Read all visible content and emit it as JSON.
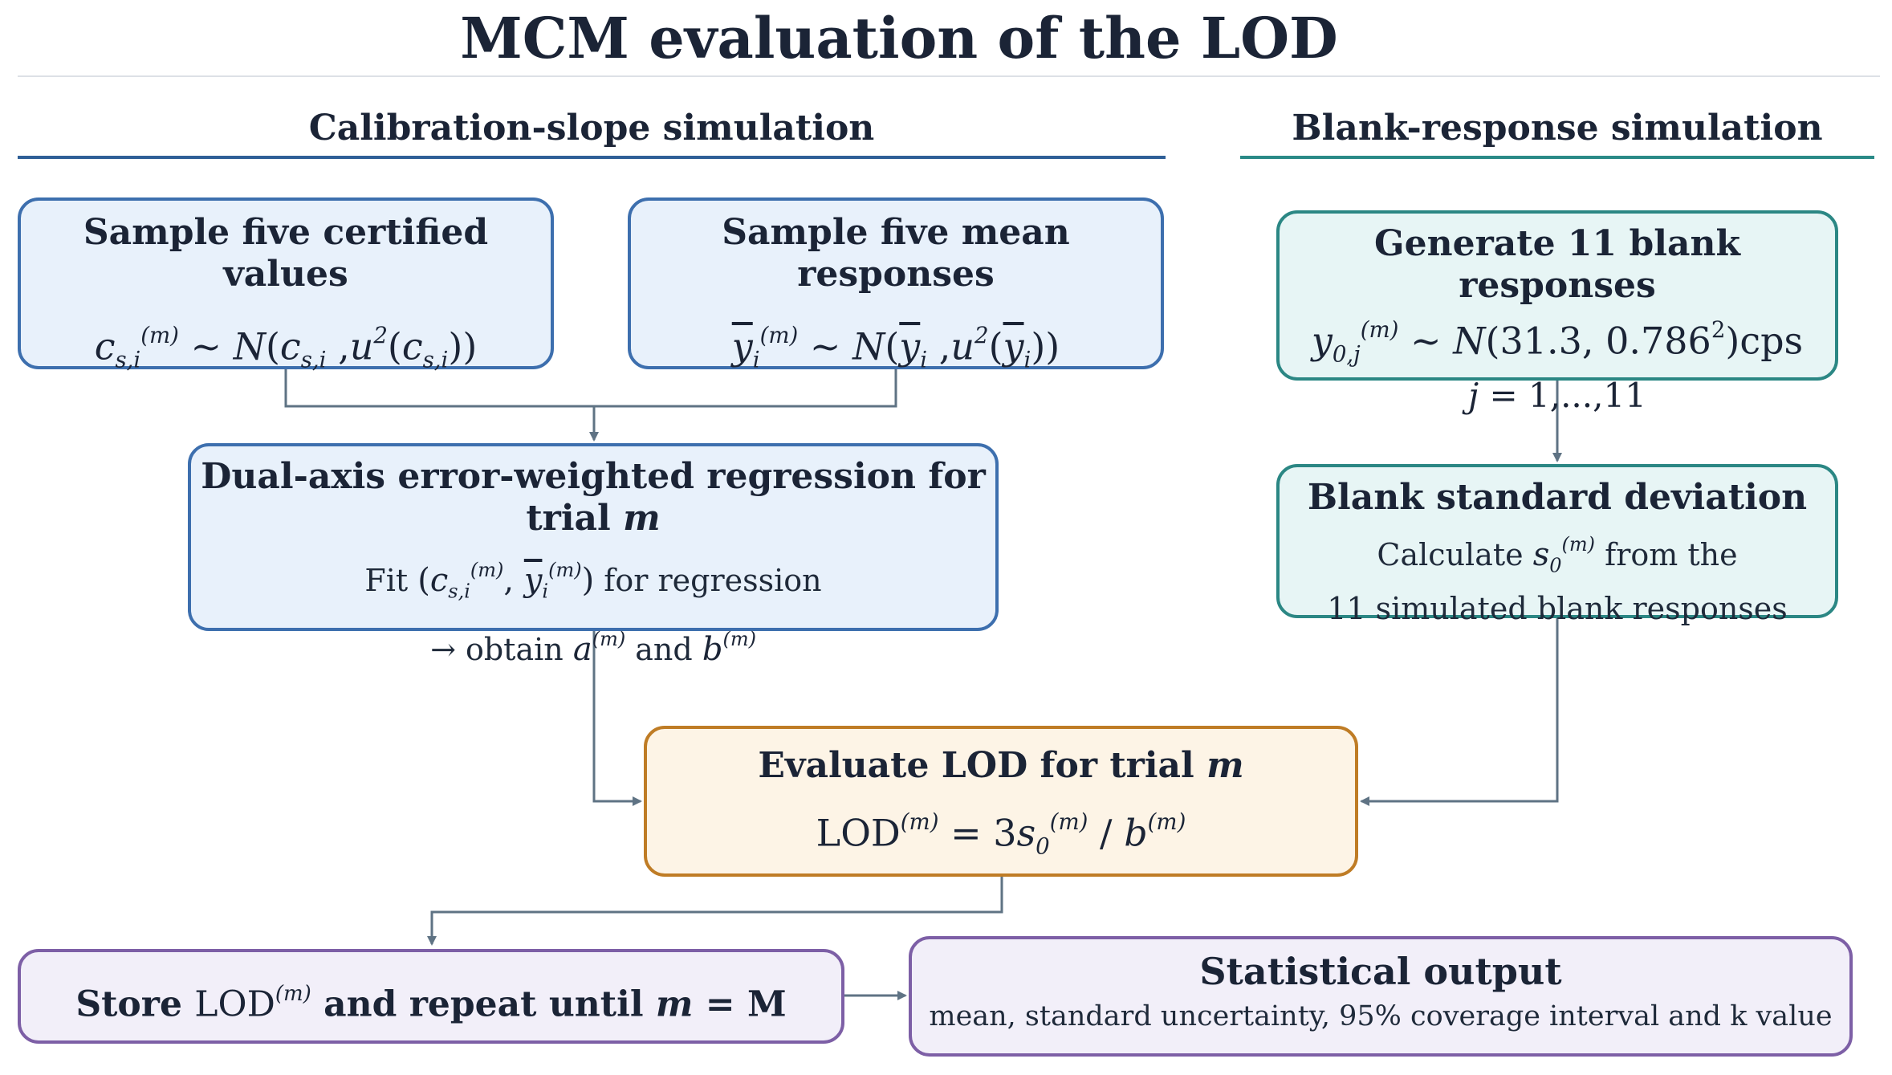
{
  "title": "MCM evaluation of the LOD",
  "sections": {
    "left": "Calibration-slope simulation",
    "right": "Blank-response simulation"
  },
  "boxes": {
    "certified": {
      "heading": "Sample five certified values"
    },
    "mean_responses": {
      "heading": "Sample five mean responses"
    },
    "regression": {
      "heading_prefix": "Dual-axis error-weighted regression for trial ",
      "heading_var": "m",
      "fit_prefix": "Fit",
      "fit_suffix": "for regression",
      "obtain_prefix": "→ obtain",
      "obtain_and": "and"
    },
    "blank_generate": {
      "heading": "Generate 11 blank responses",
      "dist_mean": "31.3",
      "dist_sd": "0.786",
      "unit": "cps",
      "index_range": "1,...,11"
    },
    "blank_sd": {
      "heading": "Blank standard deviation",
      "line1_prefix": "Calculate",
      "line1_suffix": "from the",
      "line2": "11 simulated blank responses"
    },
    "evaluate": {
      "heading_prefix": "Evaluate LOD for trial ",
      "heading_var": "m",
      "formula_lhs": "LOD",
      "formula_coef": "3"
    },
    "store": {
      "prefix": "Store",
      "lod": "LOD",
      "middle": "and repeat until",
      "var": "m",
      "eq": "= M"
    },
    "output": {
      "heading": "Statistical output",
      "body": "mean, standard uncertainty, 95% coverage interval and k value"
    }
  },
  "colors": {
    "blue_border": "#3d6fae",
    "blue_fill": "#e8f1fb",
    "teal_border": "#2b8784",
    "teal_fill": "#e7f5f5",
    "orange_border": "#bf7c25",
    "orange_fill": "#fdf4e6",
    "purple_border": "#7d5fa6",
    "purple_fill": "#f2eff9",
    "connector": "#5f7384"
  }
}
